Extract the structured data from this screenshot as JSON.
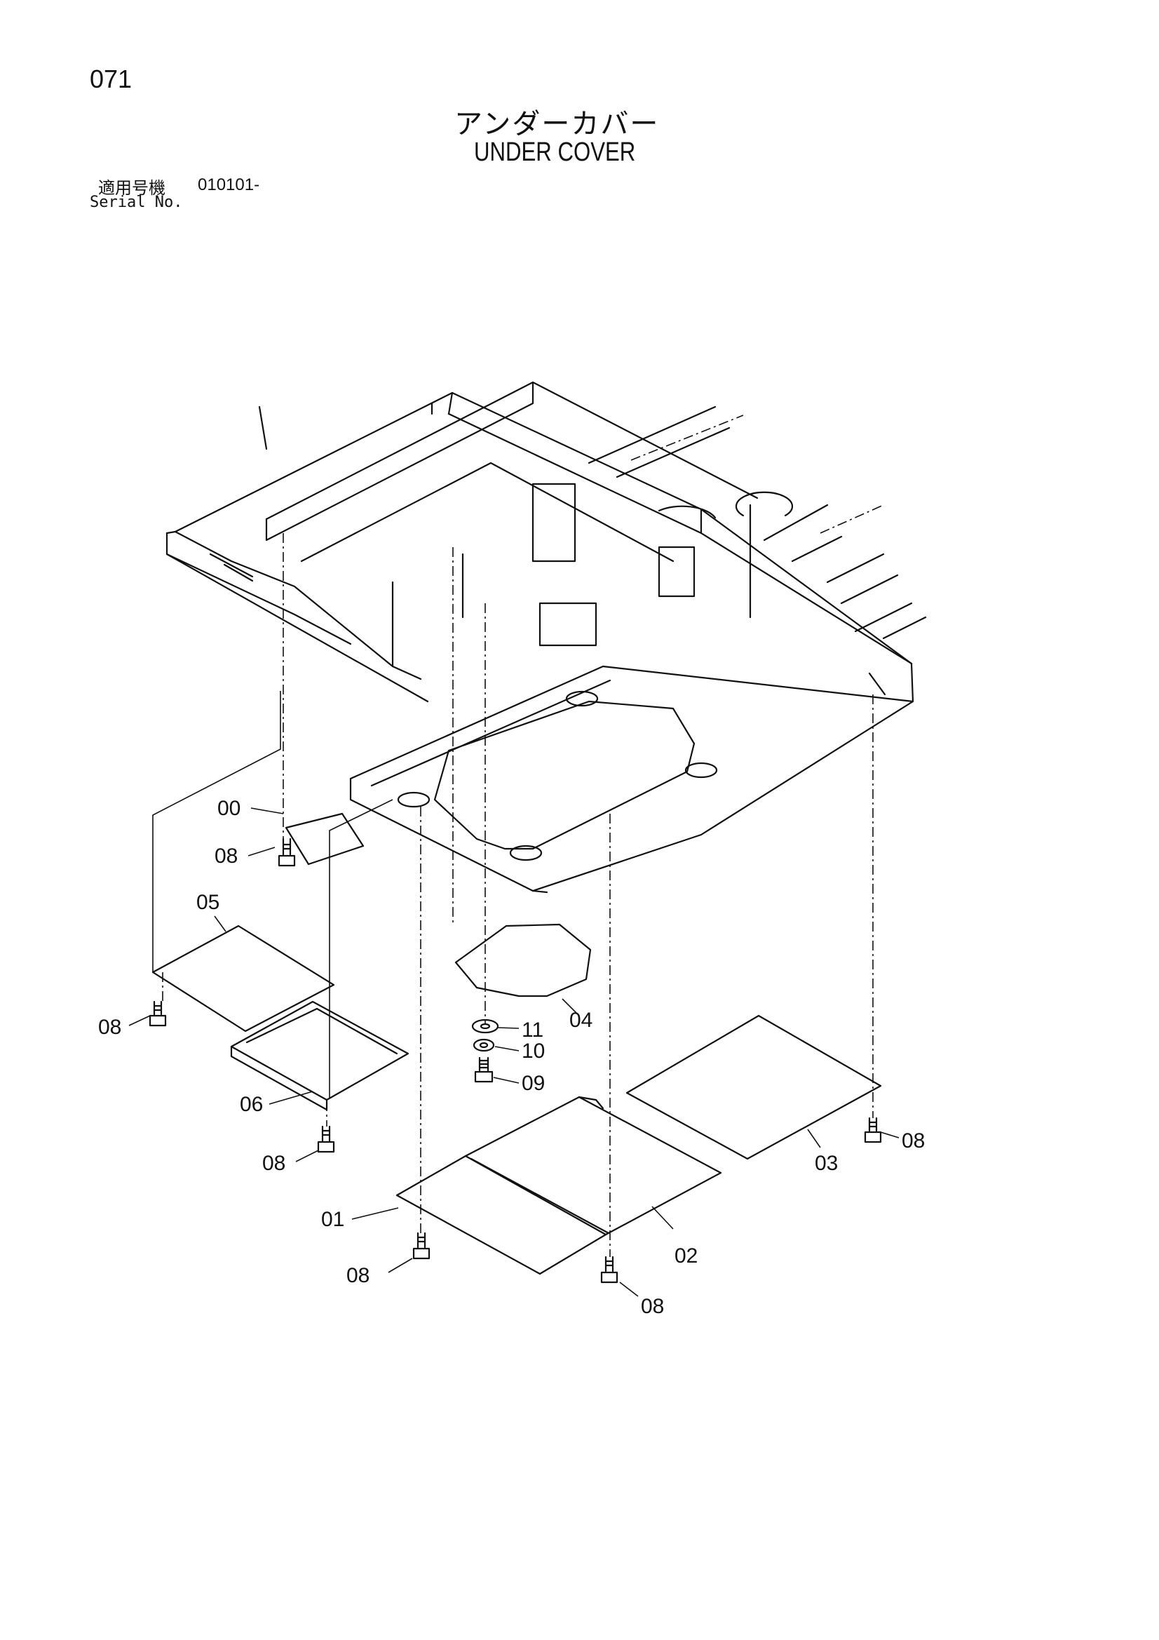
{
  "header": {
    "page_number": "071",
    "title_ja": "アンダーカバー",
    "title_en": "UNDER COVER",
    "serial_label_ja": "適用号機",
    "serial_value": "010101-",
    "serial_label_en": "Serial No."
  },
  "callouts": [
    {
      "id": "00",
      "label": "00"
    },
    {
      "id": "08a",
      "label": "08"
    },
    {
      "id": "05",
      "label": "05"
    },
    {
      "id": "08b",
      "label": "08"
    },
    {
      "id": "06",
      "label": "06"
    },
    {
      "id": "08c",
      "label": "08"
    },
    {
      "id": "04",
      "label": "04"
    },
    {
      "id": "11",
      "label": "11"
    },
    {
      "id": "10",
      "label": "10"
    },
    {
      "id": "09",
      "label": "09"
    },
    {
      "id": "01",
      "label": "01"
    },
    {
      "id": "08d",
      "label": "08"
    },
    {
      "id": "02",
      "label": "02"
    },
    {
      "id": "08e",
      "label": "08"
    },
    {
      "id": "03",
      "label": "03"
    },
    {
      "id": "08f",
      "label": "08"
    }
  ]
}
